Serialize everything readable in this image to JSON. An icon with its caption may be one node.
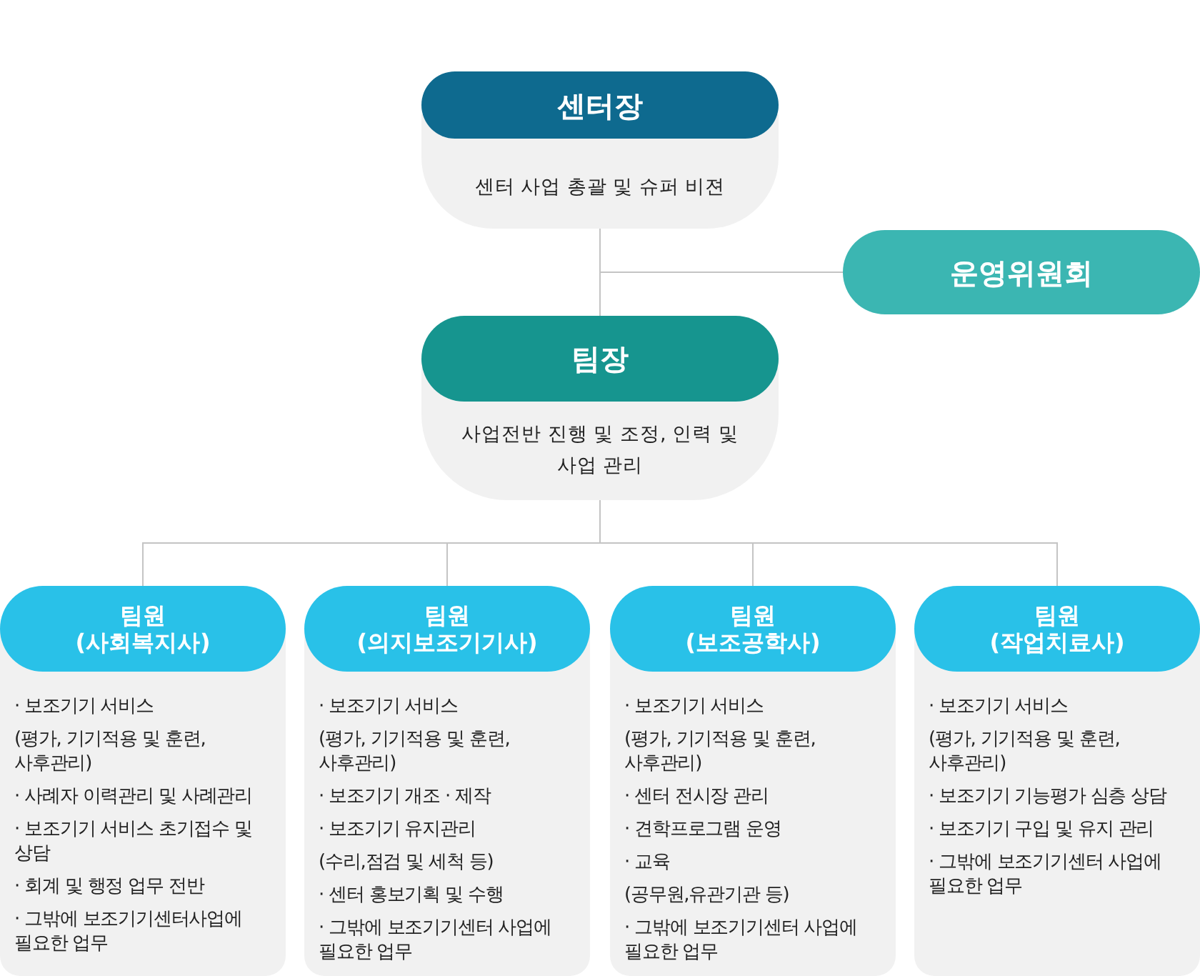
{
  "diagram": {
    "nodes": [
      {
        "text": [
          "센터장",
          "센터 사업 총괄 및 슈퍼 비젼"
        ]
      },
      {
        "text": [
          "운영위원회"
        ]
      },
      {
        "text": [
          "팀장",
          "사업전반 진행 및 조정, 인력 및 사업 관리"
        ]
      },
      {
        "text": [
          "팀원 (사회복지사)",
          "· 보조기기 서비스",
          "(평가, 기기적용 및 훈련, 사후관리)",
          "· 사례자 이력관리 및 사례관리",
          "· 보조기기 서비스 초기접수 및 상담",
          "· 회계 및 행정 업무 전반",
          "· 그밖에 보조기기센터사업에 필요한 업무"
        ]
      },
      {
        "text": [
          "팀원 (의지보조기기사)",
          "· 보조기기 서비스",
          "(평가, 기기적용 및 훈련, 사후관리)",
          "· 보조기기 개조 · 제작",
          "· 보조기기 유지관리",
          "(수리,점검 및 세척 등)",
          "· 센터 홍보기획 및 수행",
          "· 그밖에 보조기기센터 사업에 필요한 업무"
        ]
      },
      {
        "text": [
          "팀원 (보조공학사)",
          "· 보조기기 서비스",
          "(평가, 기기적용 및 훈련, 사후관리)",
          "· 센터 전시장 관리",
          "· 견학프로그램 운영",
          "· 교육",
          "(공무원,유관기관 등)",
          "· 그밖에 보조기기센터 사업에 필요한 업무"
        ]
      },
      {
        "text": [
          "팀원 (작업치료사)",
          "· 보조기기 서비스",
          "(평가, 기기적용 및 훈련, 사후관리)",
          "· 보조기기 기능평가 심층 상담",
          "· 보조기기 구입 및 유지 관리",
          "· 그밖에 보조기기센터 사업에 필요한 업무"
        ]
      }
    ],
    "edges": [
      {
        "from": 0,
        "to": 2,
        "arrow": "none"
      },
      {
        "from": 0,
        "to": 1,
        "arrow": "none"
      },
      {
        "from": 2,
        "to": 3,
        "arrow": "none"
      },
      {
        "from": 2,
        "to": 4,
        "arrow": "none"
      },
      {
        "from": 2,
        "to": 5,
        "arrow": "none"
      },
      {
        "from": 2,
        "to": 6,
        "arrow": "none"
      }
    ]
  }
}
